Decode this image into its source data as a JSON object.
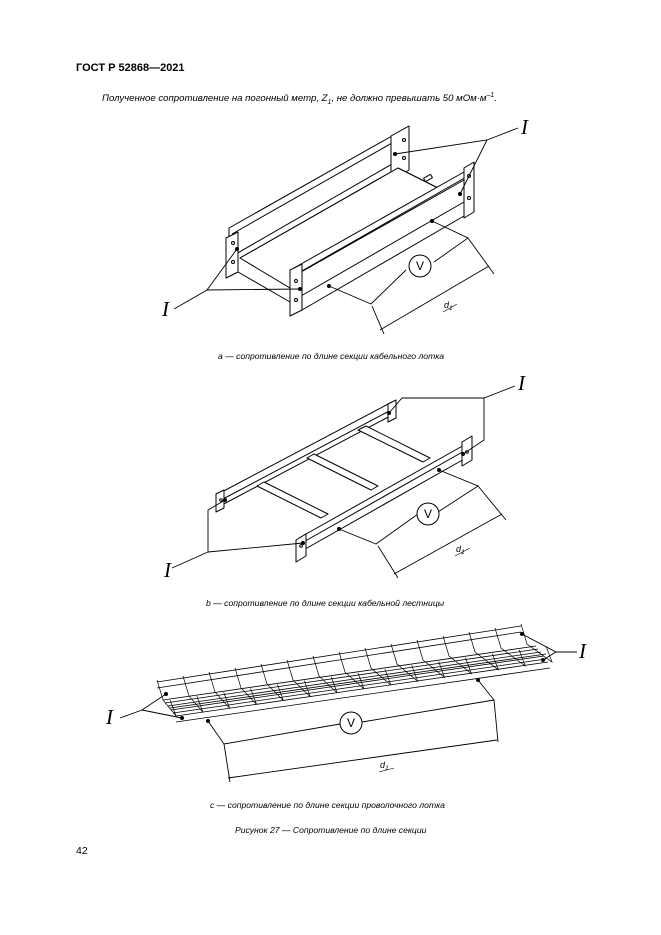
{
  "header": {
    "standard": "ГОСТ Р 52868—2021"
  },
  "intro": {
    "before": "Полученное сопротивление на погонный метр, Z",
    "sub": "1",
    "middle": ", не должно превышать 50 мОм·м",
    "sup": "–1",
    "after": "."
  },
  "figures": {
    "a": {
      "caption": "а — сопротивление по длине секции кабельного лотка",
      "terminal_label": "I",
      "meter_label": "V",
      "dim_label": "d",
      "dim_sub": "1"
    },
    "b": {
      "caption": "b — сопротивление по длине секции кабельной лестницы",
      "terminal_label": "I",
      "meter_label": "V",
      "dim_label": "d",
      "dim_sub": "1"
    },
    "c": {
      "caption": "с — сопротивление по длине секции проволочного лотка",
      "terminal_label": "I",
      "meter_label": "V",
      "dim_label": "d",
      "dim_sub": "1"
    }
  },
  "figure_title": "Рисунок 27 — Сопротивление по длине секции",
  "page_number": "42"
}
